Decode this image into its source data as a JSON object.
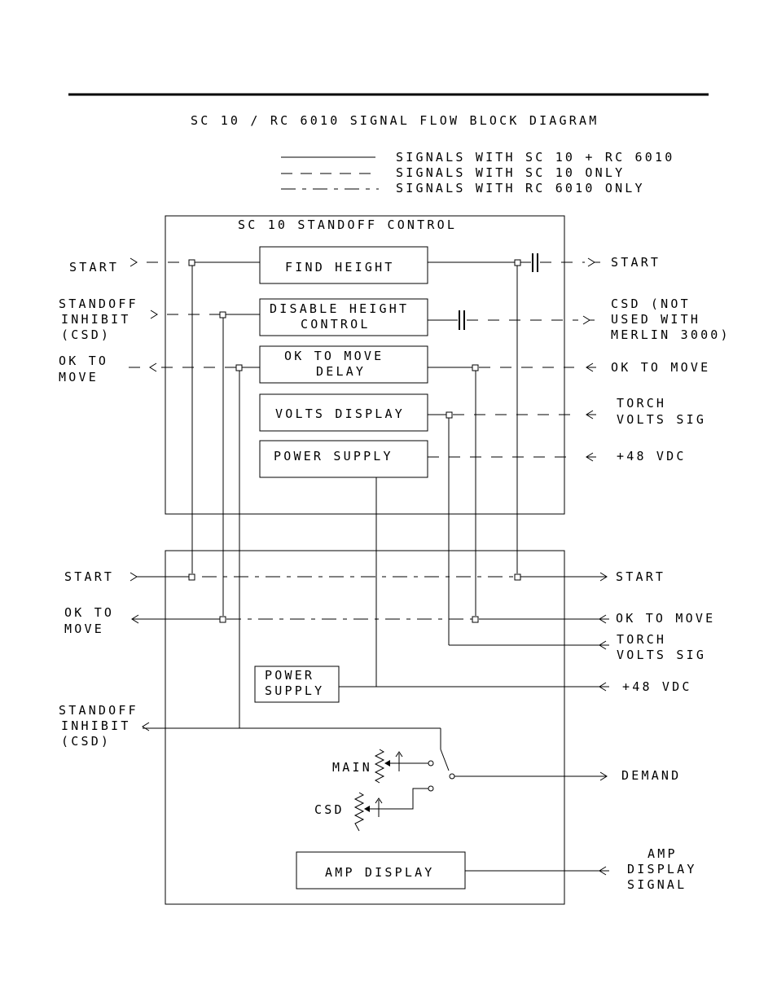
{
  "title": "SC 10 / RC 6010 SIGNAL FLOW BLOCK DIAGRAM",
  "legend": {
    "solid": "SIGNALS WITH SC 10 + RC 6010",
    "dashed": "SIGNALS WITH SC 10 ONLY",
    "dash_dot": "SIGNALS WITH RC 6010 ONLY"
  },
  "sc10": {
    "title": "SC 10 STANDOFF CONTROL",
    "blocks": {
      "find_height": "FIND HEIGHT",
      "disable_1": "DISABLE HEIGHT",
      "disable_2": "CONTROL",
      "ok_delay_1": "OK TO MOVE",
      "ok_delay_2": "DELAY",
      "volts_display": "VOLTS DISPLAY",
      "power_supply": "POWER SUPPLY"
    },
    "left": {
      "start": "START",
      "standoff": "STANDOFF",
      "inhibit": "INHIBIT",
      "csd": "(CSD)",
      "ok_to": "OK TO",
      "move": "MOVE"
    },
    "right": {
      "start": "START",
      "csd_not": "CSD (NOT",
      "used_with": "USED WITH",
      "merlin": "MERLIN 3000)",
      "ok_to_move": "OK TO MOVE",
      "torch": "TORCH",
      "volts_sig": "VOLTS SIG",
      "vdc": "+48 VDC"
    }
  },
  "rc6010": {
    "power_1": "POWER",
    "power_2": "SUPPLY",
    "main": "MAIN",
    "csd": "CSD",
    "amp_display": "AMP DISPLAY",
    "left": {
      "start": "START",
      "ok_to": "OK TO",
      "move": "MOVE",
      "standoff": "STANDOFF",
      "inhibit": "INHIBIT",
      "csd": "(CSD)"
    },
    "right": {
      "start": "START",
      "ok_to_move": "OK TO MOVE",
      "torch": "TORCH",
      "volts_sig": "VOLTS SIG",
      "vdc": "+48 VDC",
      "demand": "DEMAND",
      "amp": "AMP",
      "display": "DISPLAY",
      "signal": "SIGNAL"
    }
  }
}
